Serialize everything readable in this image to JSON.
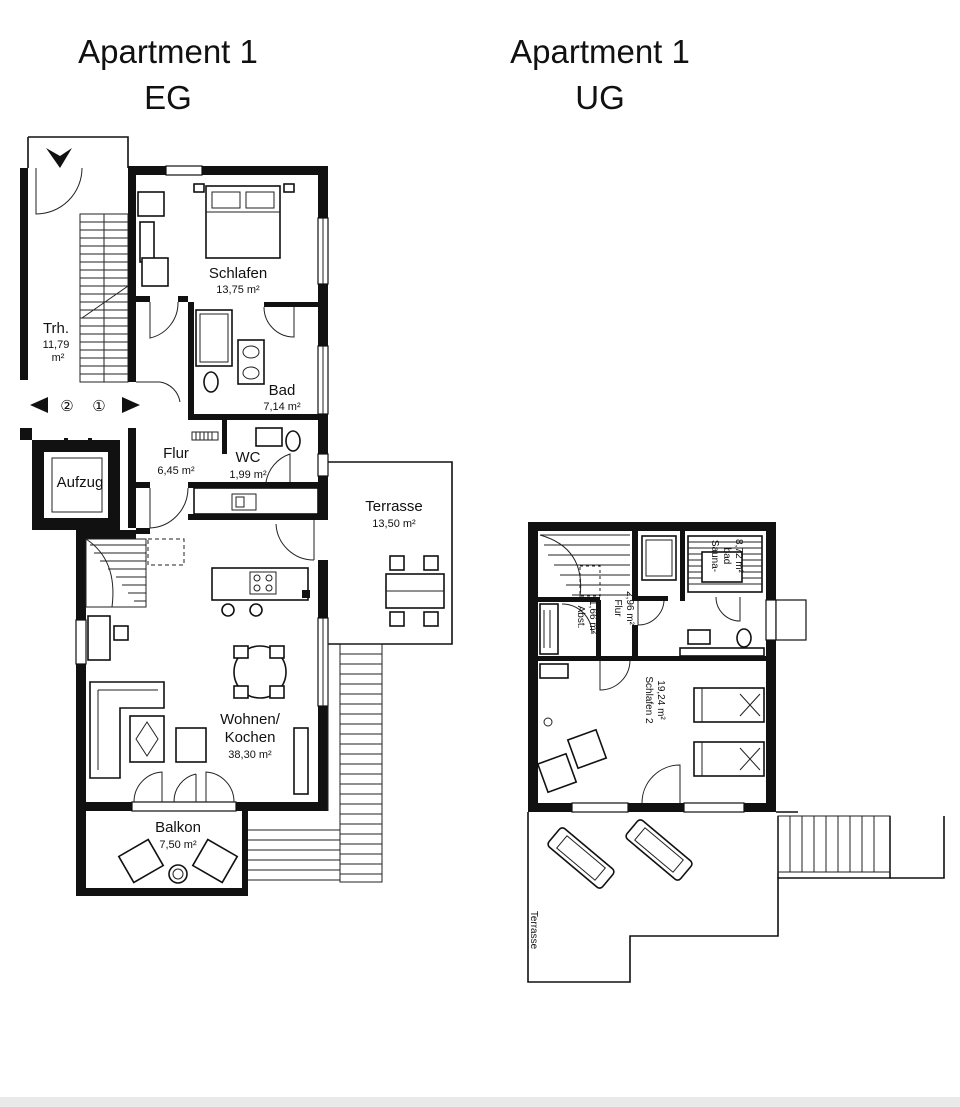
{
  "plans": {
    "eg": {
      "title_line1": "Apartment 1",
      "title_line2": "EG",
      "rooms": {
        "trh": {
          "name": "Trh.",
          "area_value": "11,79",
          "area_unit": "m²"
        },
        "schlafen": {
          "name": "Schlafen",
          "area": "13,75 m²"
        },
        "bad": {
          "name": "Bad",
          "area": "7,14 m²"
        },
        "flur": {
          "name": "Flur",
          "area": "6,45 m²"
        },
        "wc": {
          "name": "WC",
          "area": "1,99 m²"
        },
        "aufzug": {
          "name": "Aufzug"
        },
        "terrasse": {
          "name": "Terrasse",
          "area": "13,50 m²"
        },
        "wohnen": {
          "name_line1": "Wohnen/",
          "name_line2": "Kochen",
          "area": "38,30 m²"
        },
        "balkon": {
          "name": "Balkon",
          "area": "7,50 m²"
        }
      },
      "entrance_markers": {
        "left": "②",
        "right": "①"
      }
    },
    "ug": {
      "title_line1": "Apartment 1",
      "title_line2": "UG",
      "rooms": {
        "flur": {
          "name": "Flur",
          "area": "2,96 m²"
        },
        "abst": {
          "name": "Abst.",
          "area": "1,66 m²"
        },
        "saunabad": {
          "name_line1": "Sauna-",
          "name_line2": "bad",
          "area": "8,72 m²"
        },
        "schlafen2": {
          "name": "Schlafen 2",
          "area": "19,24 m²"
        },
        "terrasse": {
          "name": "Terrasse"
        }
      }
    }
  },
  "colors": {
    "walls": "#111111",
    "background": "#ffffff"
  }
}
